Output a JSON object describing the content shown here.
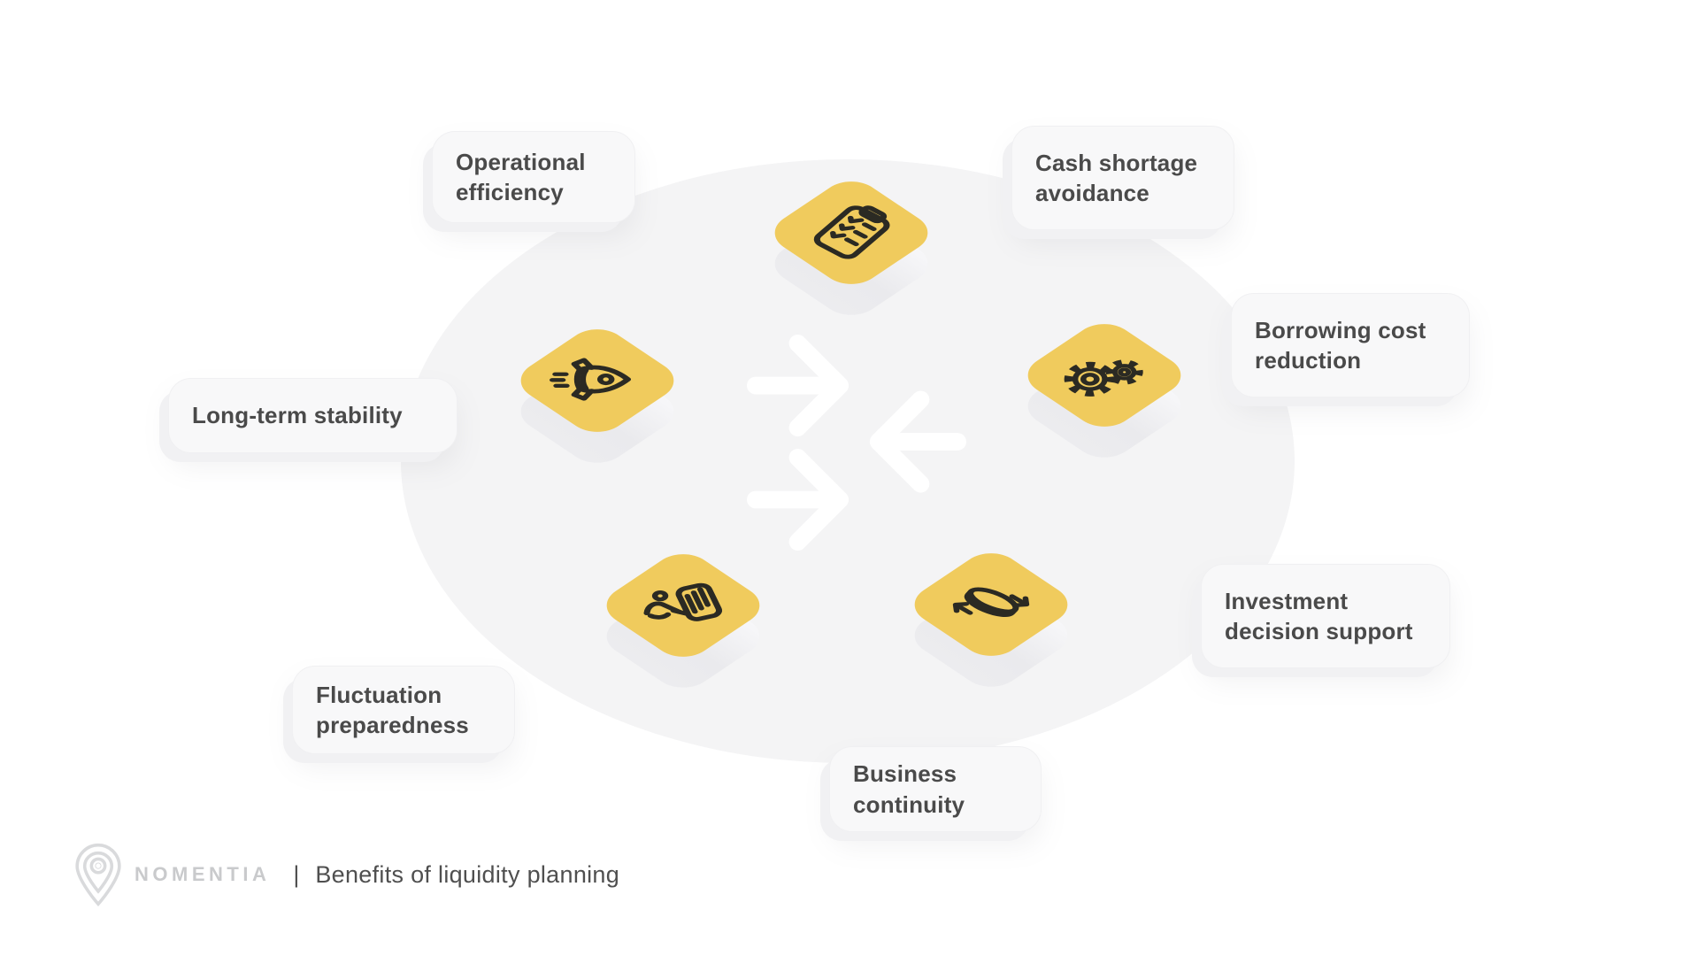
{
  "colors": {
    "background": "#FFFFFF",
    "accent_yellow": "#F0CB5D",
    "icon_stroke": "#2B2A23",
    "ellipse_gray": "#F4F4F5",
    "card_background": "#F8F8F9",
    "card_text": "#4A4A4A",
    "arrow_white": "#FFFFFF",
    "brand_gray": "#C9CACC",
    "footer_text": "#4F4F4F"
  },
  "diagram": {
    "labels": [
      {
        "id": "operational-efficiency",
        "text": "Operational efficiency"
      },
      {
        "id": "cash-shortage-avoidance",
        "text": "Cash shortage avoidance"
      },
      {
        "id": "borrowing-cost-reduction",
        "text": "Borrowing cost reduction"
      },
      {
        "id": "long-term-stability",
        "text": "Long-term stability"
      },
      {
        "id": "investment-decision-support",
        "text": "Investment decision support"
      },
      {
        "id": "fluctuation-preparedness",
        "text": "Fluctuation preparedness"
      },
      {
        "id": "business-continuity",
        "text": "Business continuity"
      }
    ],
    "tiles": [
      {
        "icon": "clipboard-checklist-icon"
      },
      {
        "icon": "rocket-icon"
      },
      {
        "icon": "gears-icon"
      },
      {
        "icon": "person-chart-icon"
      },
      {
        "icon": "coin-transfer-icon"
      }
    ],
    "center_icon": "converging-arrows-icon"
  },
  "footer": {
    "logo_icon": "location-pin-icon",
    "brand": "NOMENTIA",
    "separator": "|",
    "caption": "Benefits of liquidity planning"
  }
}
